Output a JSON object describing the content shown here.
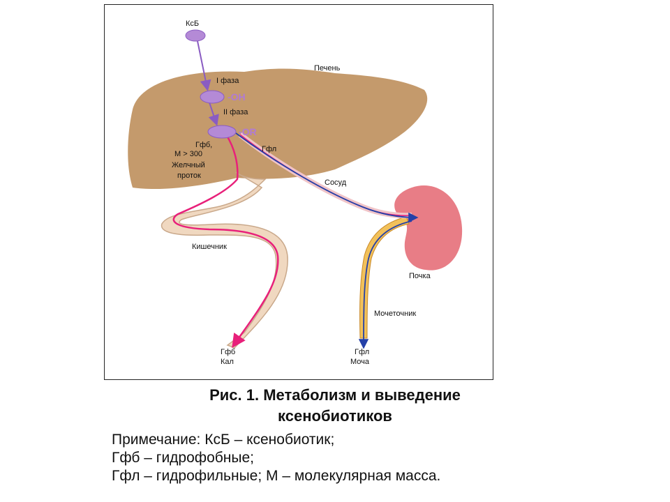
{
  "labels": {
    "xenobiotic": "КсБ",
    "liver": "Печень",
    "phase1": "I фаза",
    "phase2": "II фаза",
    "oh_group": "-OH",
    "or_group": "-OR",
    "hydrophobic_line1": "Гфб,",
    "hydrophobic_line2": "M > 300",
    "bile_duct_line1": "Желчный",
    "bile_duct_line2": "проток",
    "hydrophilic": "Гфл",
    "vessel": "Сосуд",
    "intestine": "Кишечник",
    "kidney": "Почка",
    "ureter": "Мочеточник",
    "out_feces_line1": "Гфб",
    "out_feces_line2": "Кал",
    "out_urine_line1": "Гфл",
    "out_urine_line2": "Моча"
  },
  "caption": {
    "title_line1": "Рис. 1. Метаболизм и выведение",
    "title_line2": "ксенобиотиков",
    "note_line1": "Примечание: КсБ – ксенобиотик;",
    "note_line2": "Гфб – гидрофобные;",
    "note_line3": "Гфл – гидрофильные; М – молекулярная масса."
  },
  "colors": {
    "liver": "#c49a6c",
    "kidney": "#e87d86",
    "intestine": "#f0d8c0",
    "ureter": "#f2c15a",
    "molecule": "#b48ad6",
    "arrow_purple": "#8a5cc2",
    "arrow_blue": "#2440a8",
    "path_pink": "#e8207a"
  }
}
